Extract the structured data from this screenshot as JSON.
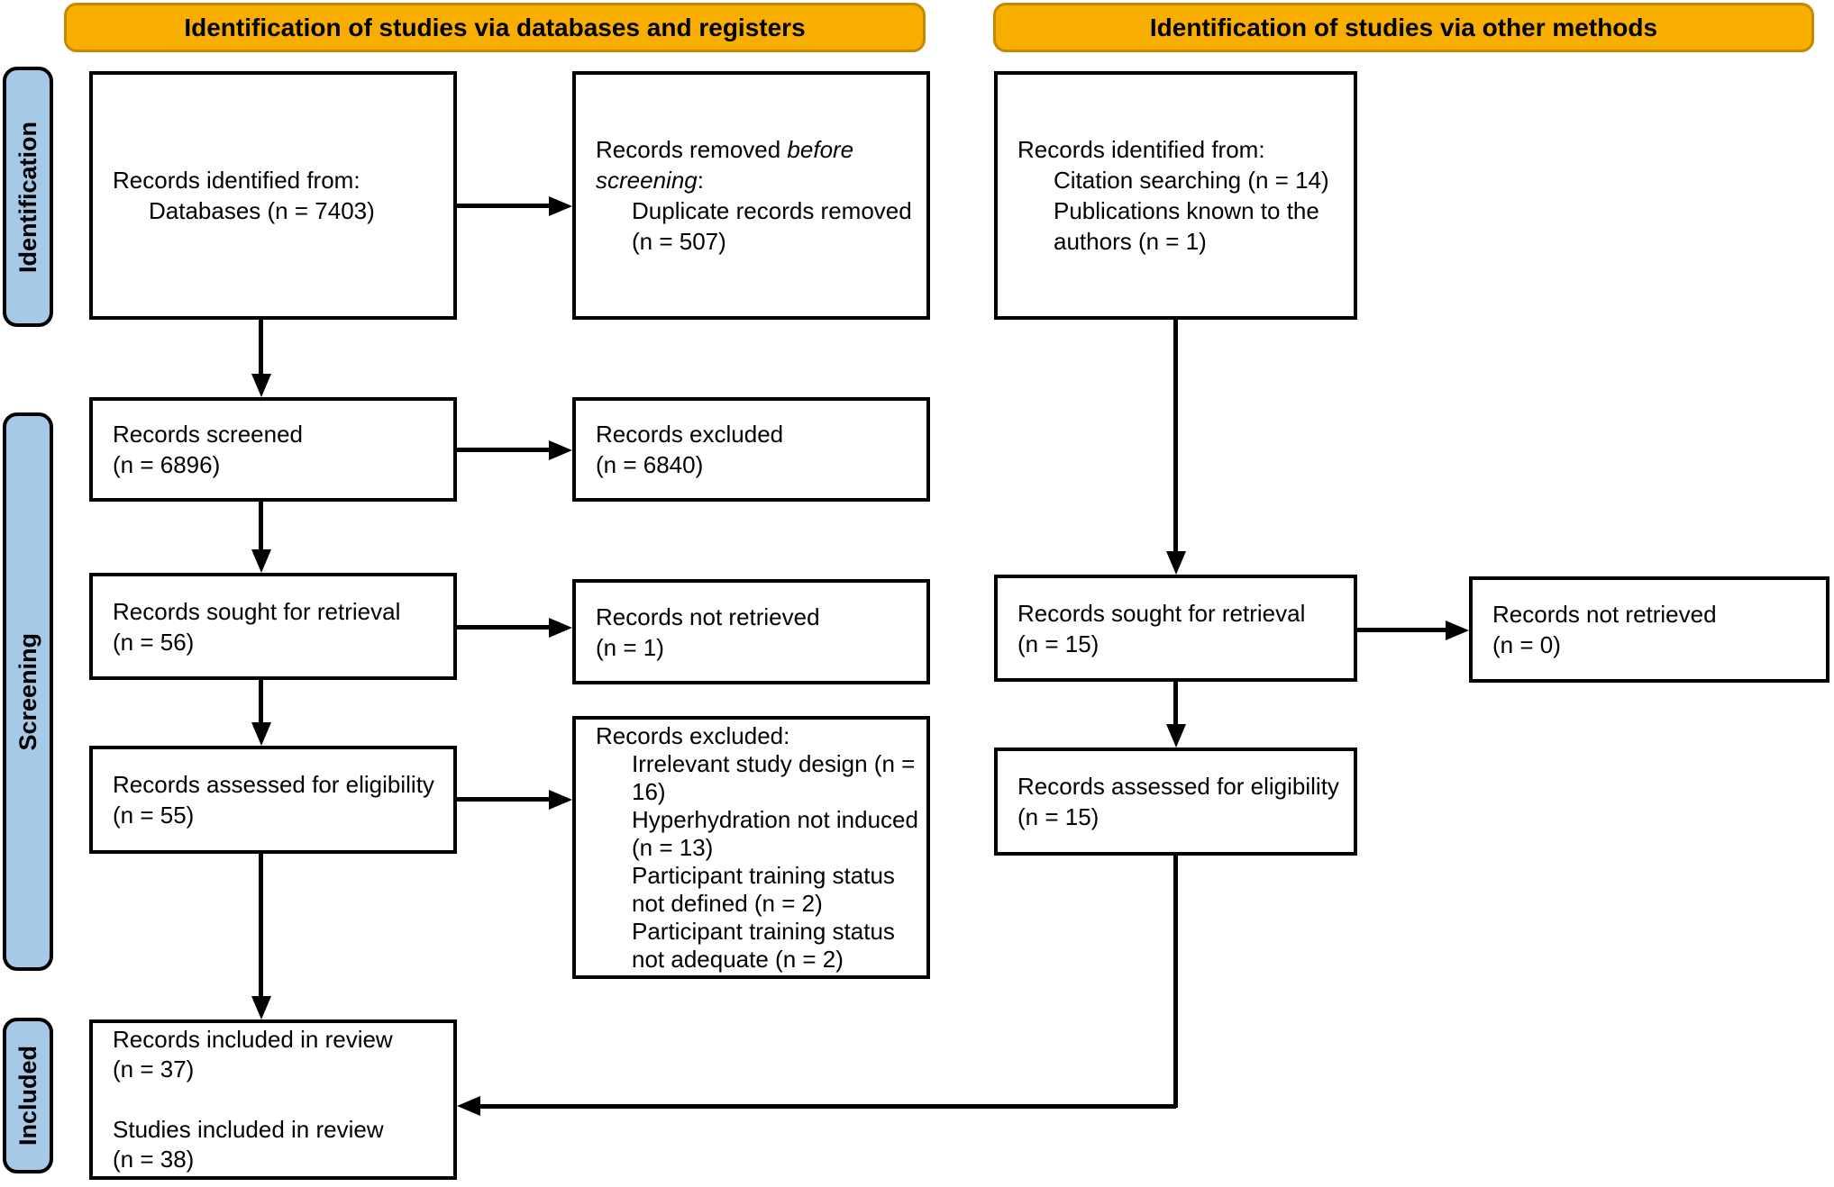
{
  "headers": {
    "databases": "Identification of studies via databases and registers",
    "other": "Identification of studies via other methods"
  },
  "stages": {
    "identification": "Identification",
    "screening": "Screening",
    "included": "Included"
  },
  "colors": {
    "header_fill": "#F7AE00",
    "header_border": "#C28A00",
    "stage_fill": "#A6C9E8",
    "box_border": "#000000",
    "background": "#FFFFFF",
    "text": "#000000"
  },
  "boxes": {
    "records_identified_db": {
      "title": "Records identified from:",
      "items": [
        "Databases (n = 7403)"
      ]
    },
    "records_removed": {
      "title_prefix": "Records removed ",
      "title_italic": "before screening",
      "title_suffix": ":",
      "items": [
        "Duplicate records removed (n = 507)"
      ]
    },
    "records_screened": {
      "line1": "Records screened",
      "line2": "(n = 6896)"
    },
    "records_excluded": {
      "line1": "Records excluded",
      "line2": "(n = 6840)"
    },
    "records_sought_db": {
      "line1": "Records sought for retrieval",
      "line2": "(n = 56)"
    },
    "records_not_retrieved_db": {
      "line1": "Records not retrieved",
      "line2": "(n = 1)"
    },
    "records_assessed_db": {
      "line1": "Records assessed for eligibility",
      "line2": "(n = 55)"
    },
    "records_excluded_reasons": {
      "title": "Records excluded:",
      "items": [
        "Irrelevant study design (n = 16)",
        "Hyperhydration not induced (n = 13)",
        "Participant training status not defined (n = 2)",
        "Participant training status not adequate (n = 2)"
      ]
    },
    "included_review": {
      "line1": "Records included in review",
      "line2": "(n = 37)",
      "line3": "Studies included in review",
      "line4": "(n = 38)"
    },
    "records_identified_other": {
      "title": "Records identified from:",
      "items": [
        "Citation searching (n = 14)",
        "Publications known to the authors (n = 1)"
      ]
    },
    "records_sought_other": {
      "line1": "Records sought for retrieval",
      "line2": "(n = 15)"
    },
    "records_not_retrieved_other": {
      "line1": "Records not retrieved",
      "line2": "(n = 0)"
    },
    "records_assessed_other": {
      "line1": "Records assessed for eligibility",
      "line2": "(n = 15)"
    }
  }
}
